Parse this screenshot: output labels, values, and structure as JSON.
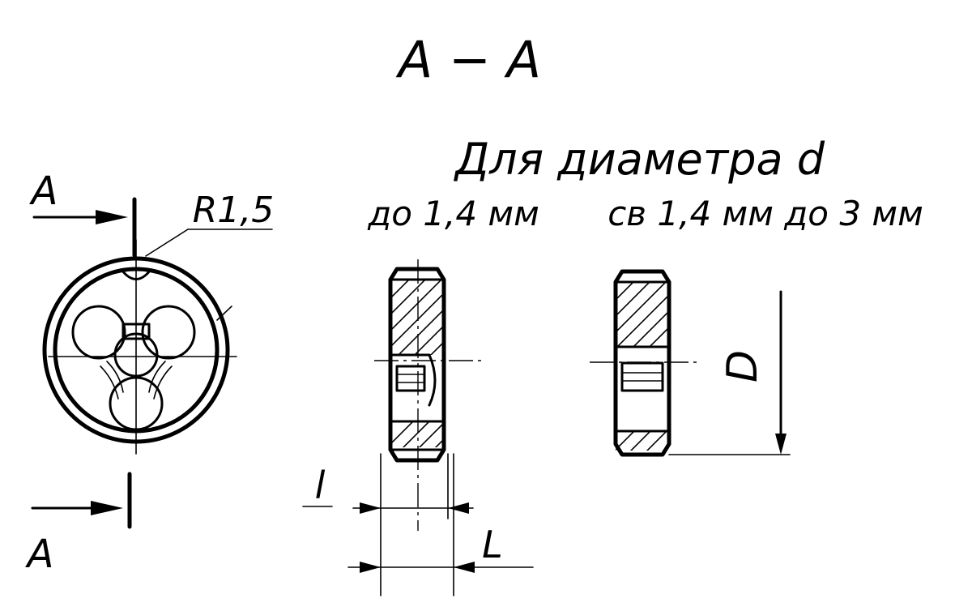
{
  "labels": {
    "section_title": "A − A",
    "heading_line1": "Для диаметра d",
    "heading_line2_left": "до 1,4 мм",
    "heading_line2_right": "св 1,4 мм до 3 мм",
    "section_mark_top": "A",
    "section_mark_bottom": "A",
    "radius_callout": "R1,5",
    "dim_small_l": "l",
    "dim_large_l": "L",
    "dim_diameter": "D"
  },
  "colors": {
    "ink": "#000000",
    "paper": "#ffffff"
  }
}
